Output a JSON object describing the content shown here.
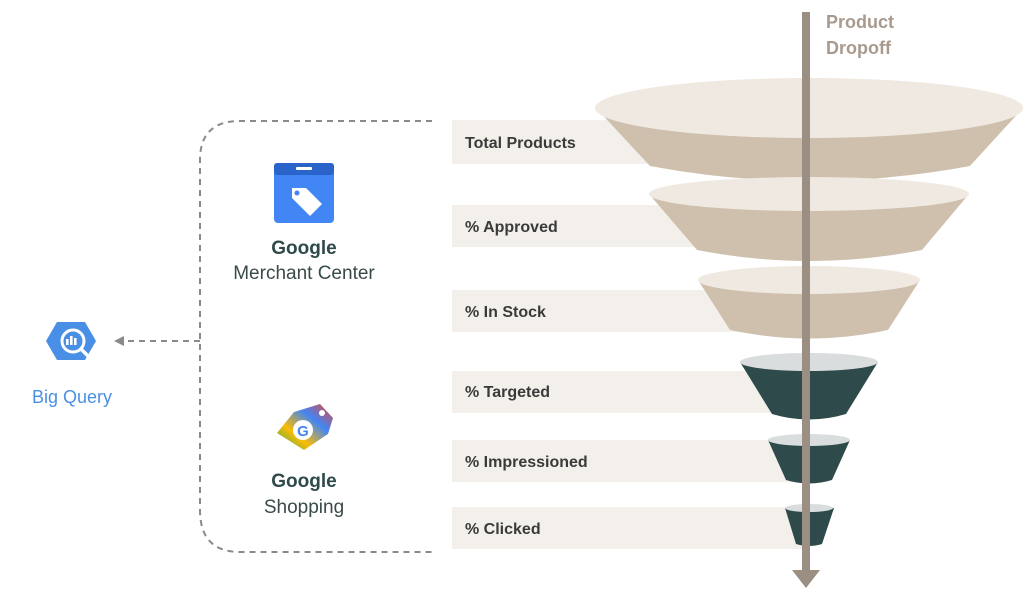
{
  "title": {
    "line1": "Product",
    "line2": "Dropoff"
  },
  "bigquery": {
    "label": "Big Query",
    "icon": "bigquery-icon"
  },
  "sources": [
    {
      "brand": "Google",
      "product": "Merchant Center",
      "icon": "merchant-center-icon"
    },
    {
      "brand": "Google",
      "product": "Shopping",
      "icon": "google-shopping-icon"
    }
  ],
  "stages": [
    {
      "label": "Total Products",
      "color": "#cfc0ad"
    },
    {
      "label": "% Approved",
      "color": "#cfc0ad"
    },
    {
      "label": "% In Stock",
      "color": "#cfc0ad"
    },
    {
      "label": "% Targeted",
      "color": "#2f4a4a"
    },
    {
      "label": "% Impressioned",
      "color": "#2f4a4a"
    },
    {
      "label": "% Clicked",
      "color": "#2f4a4a"
    }
  ],
  "colors": {
    "band": "#f3efea",
    "beige": "#cfc0ad",
    "beige_top": "#efe9e1",
    "teal": "#2f4a4a",
    "teal_top": "#d9dddd",
    "arrow": "#9b8e83",
    "bigquery": "#4a8fe6"
  }
}
